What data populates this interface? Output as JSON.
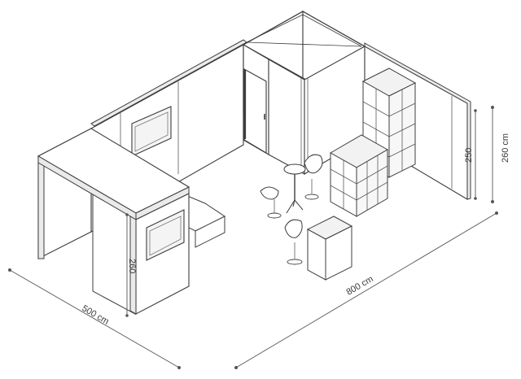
{
  "dimensions": {
    "width": "500 cm",
    "length": "800 cm",
    "wall_height": "260 cm",
    "shelf_height": "250",
    "front_wall_height": "260"
  }
}
